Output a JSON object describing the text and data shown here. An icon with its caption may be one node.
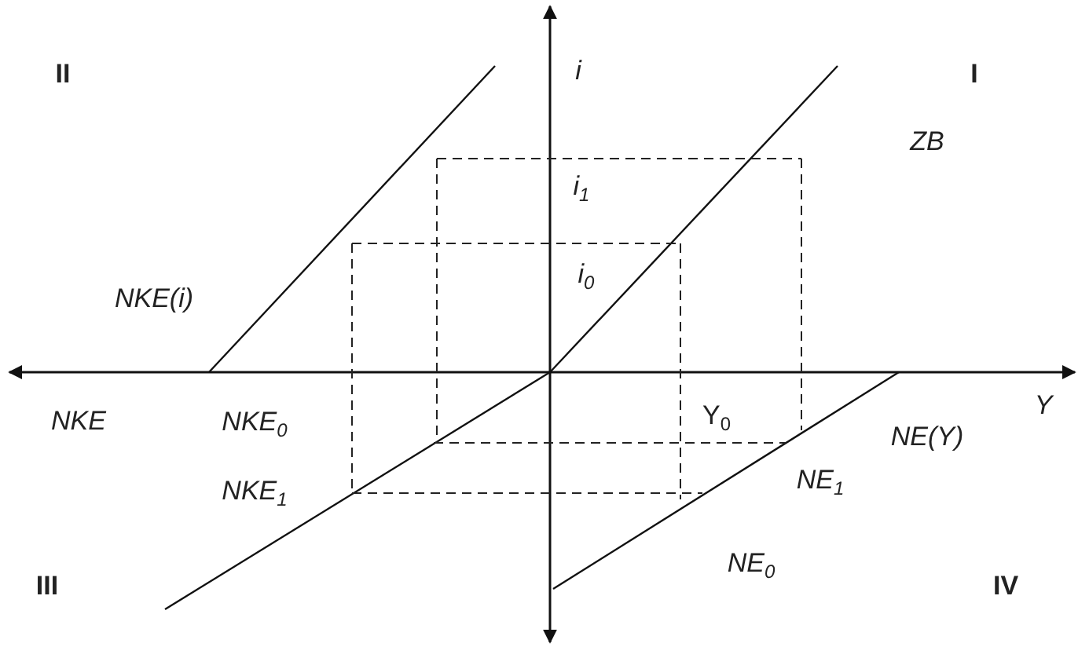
{
  "diagram": {
    "labels": [
      "II",
      "i",
      "I",
      "ZB",
      "i$_{1}$",
      "NKE(i)",
      "i$_{0}$",
      "NKE",
      "NKE$_{0}$",
      "Y$_{0}$",
      "Y",
      "NE(Y)",
      "NKE$_{1}$",
      "NE$_{1}$",
      "III",
      "NE$_{0}$",
      "IV"
    ]
  }
}
